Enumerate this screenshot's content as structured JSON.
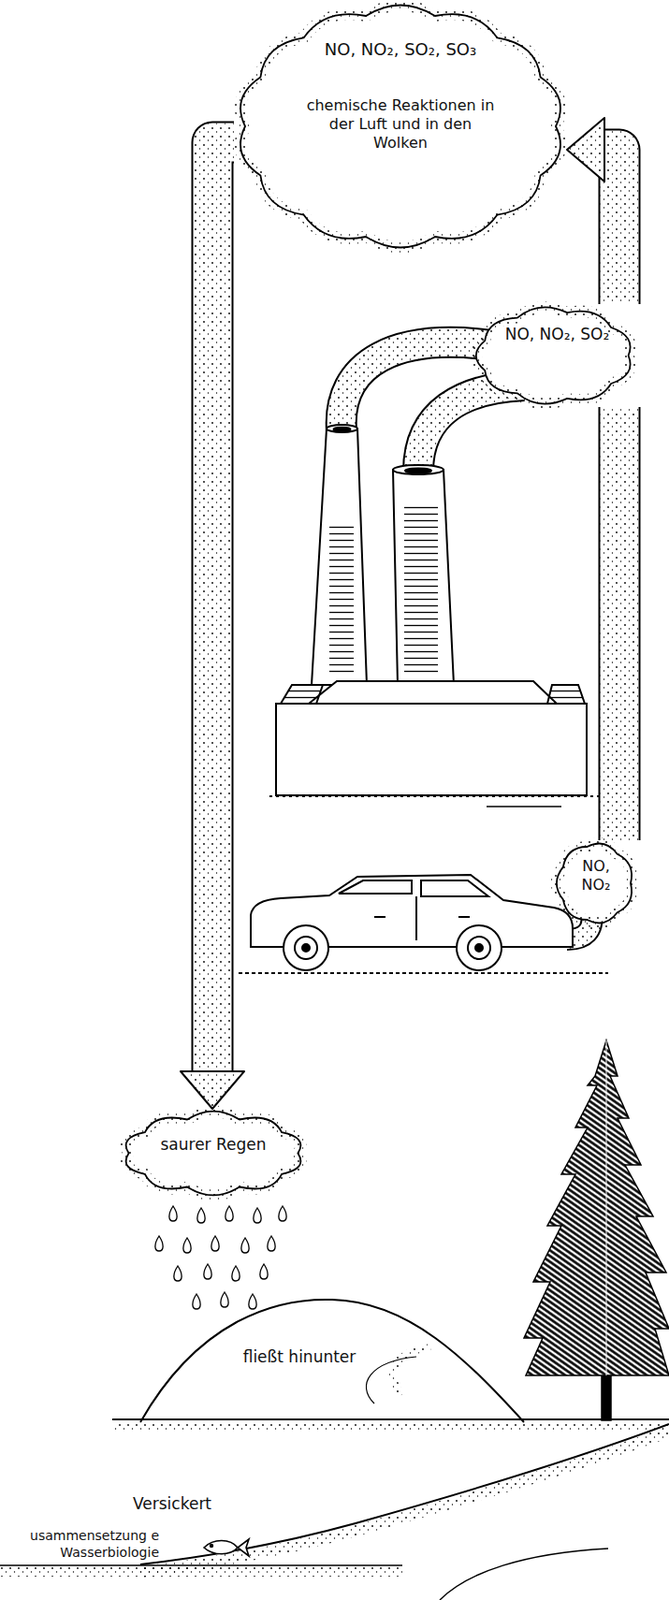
{
  "diagram": {
    "nodes": [
      {
        "text": [
          "NO, NO₂, SO₂, SO₃",
          "chemische Reaktionen in der Luft und in den Wolken"
        ]
      },
      {
        "text": [
          "NO, NO₂, SO₂"
        ]
      },
      {
        "text": [
          "NO, NO₂"
        ]
      },
      {
        "text": [
          "saurer Regen"
        ]
      },
      {
        "text": [
          "fließt hinunter"
        ]
      }
    ],
    "edges": [
      {
        "from": 2,
        "to": 1,
        "arrow": "none"
      },
      {
        "from": 1,
        "to": 0,
        "arrow": "to"
      },
      {
        "from": 0,
        "to": 3,
        "arrow": "to"
      }
    ],
    "labels": [
      "Versickert",
      "usammensetzung e Wasserbiologie"
    ]
  }
}
